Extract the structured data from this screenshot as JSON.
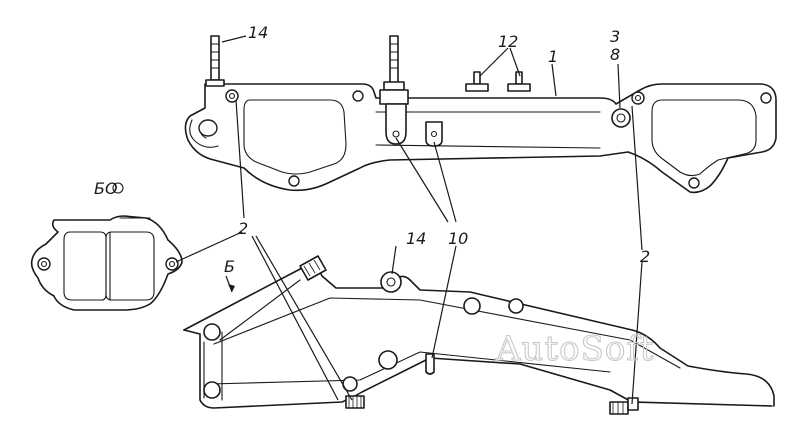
{
  "callouts": {
    "c14_top": "14",
    "c12": "12",
    "c1": "1",
    "c3": "3",
    "c8": "8",
    "view_bo": "БО",
    "c2_left": "2",
    "c10": "10",
    "c14_mid": "14",
    "c2_right": "2",
    "view_b": "Б"
  },
  "watermark": "AutoSoft",
  "colors": {
    "line": "#1a1a1a",
    "background": "#ffffff",
    "watermark": "#c8c8c8"
  }
}
